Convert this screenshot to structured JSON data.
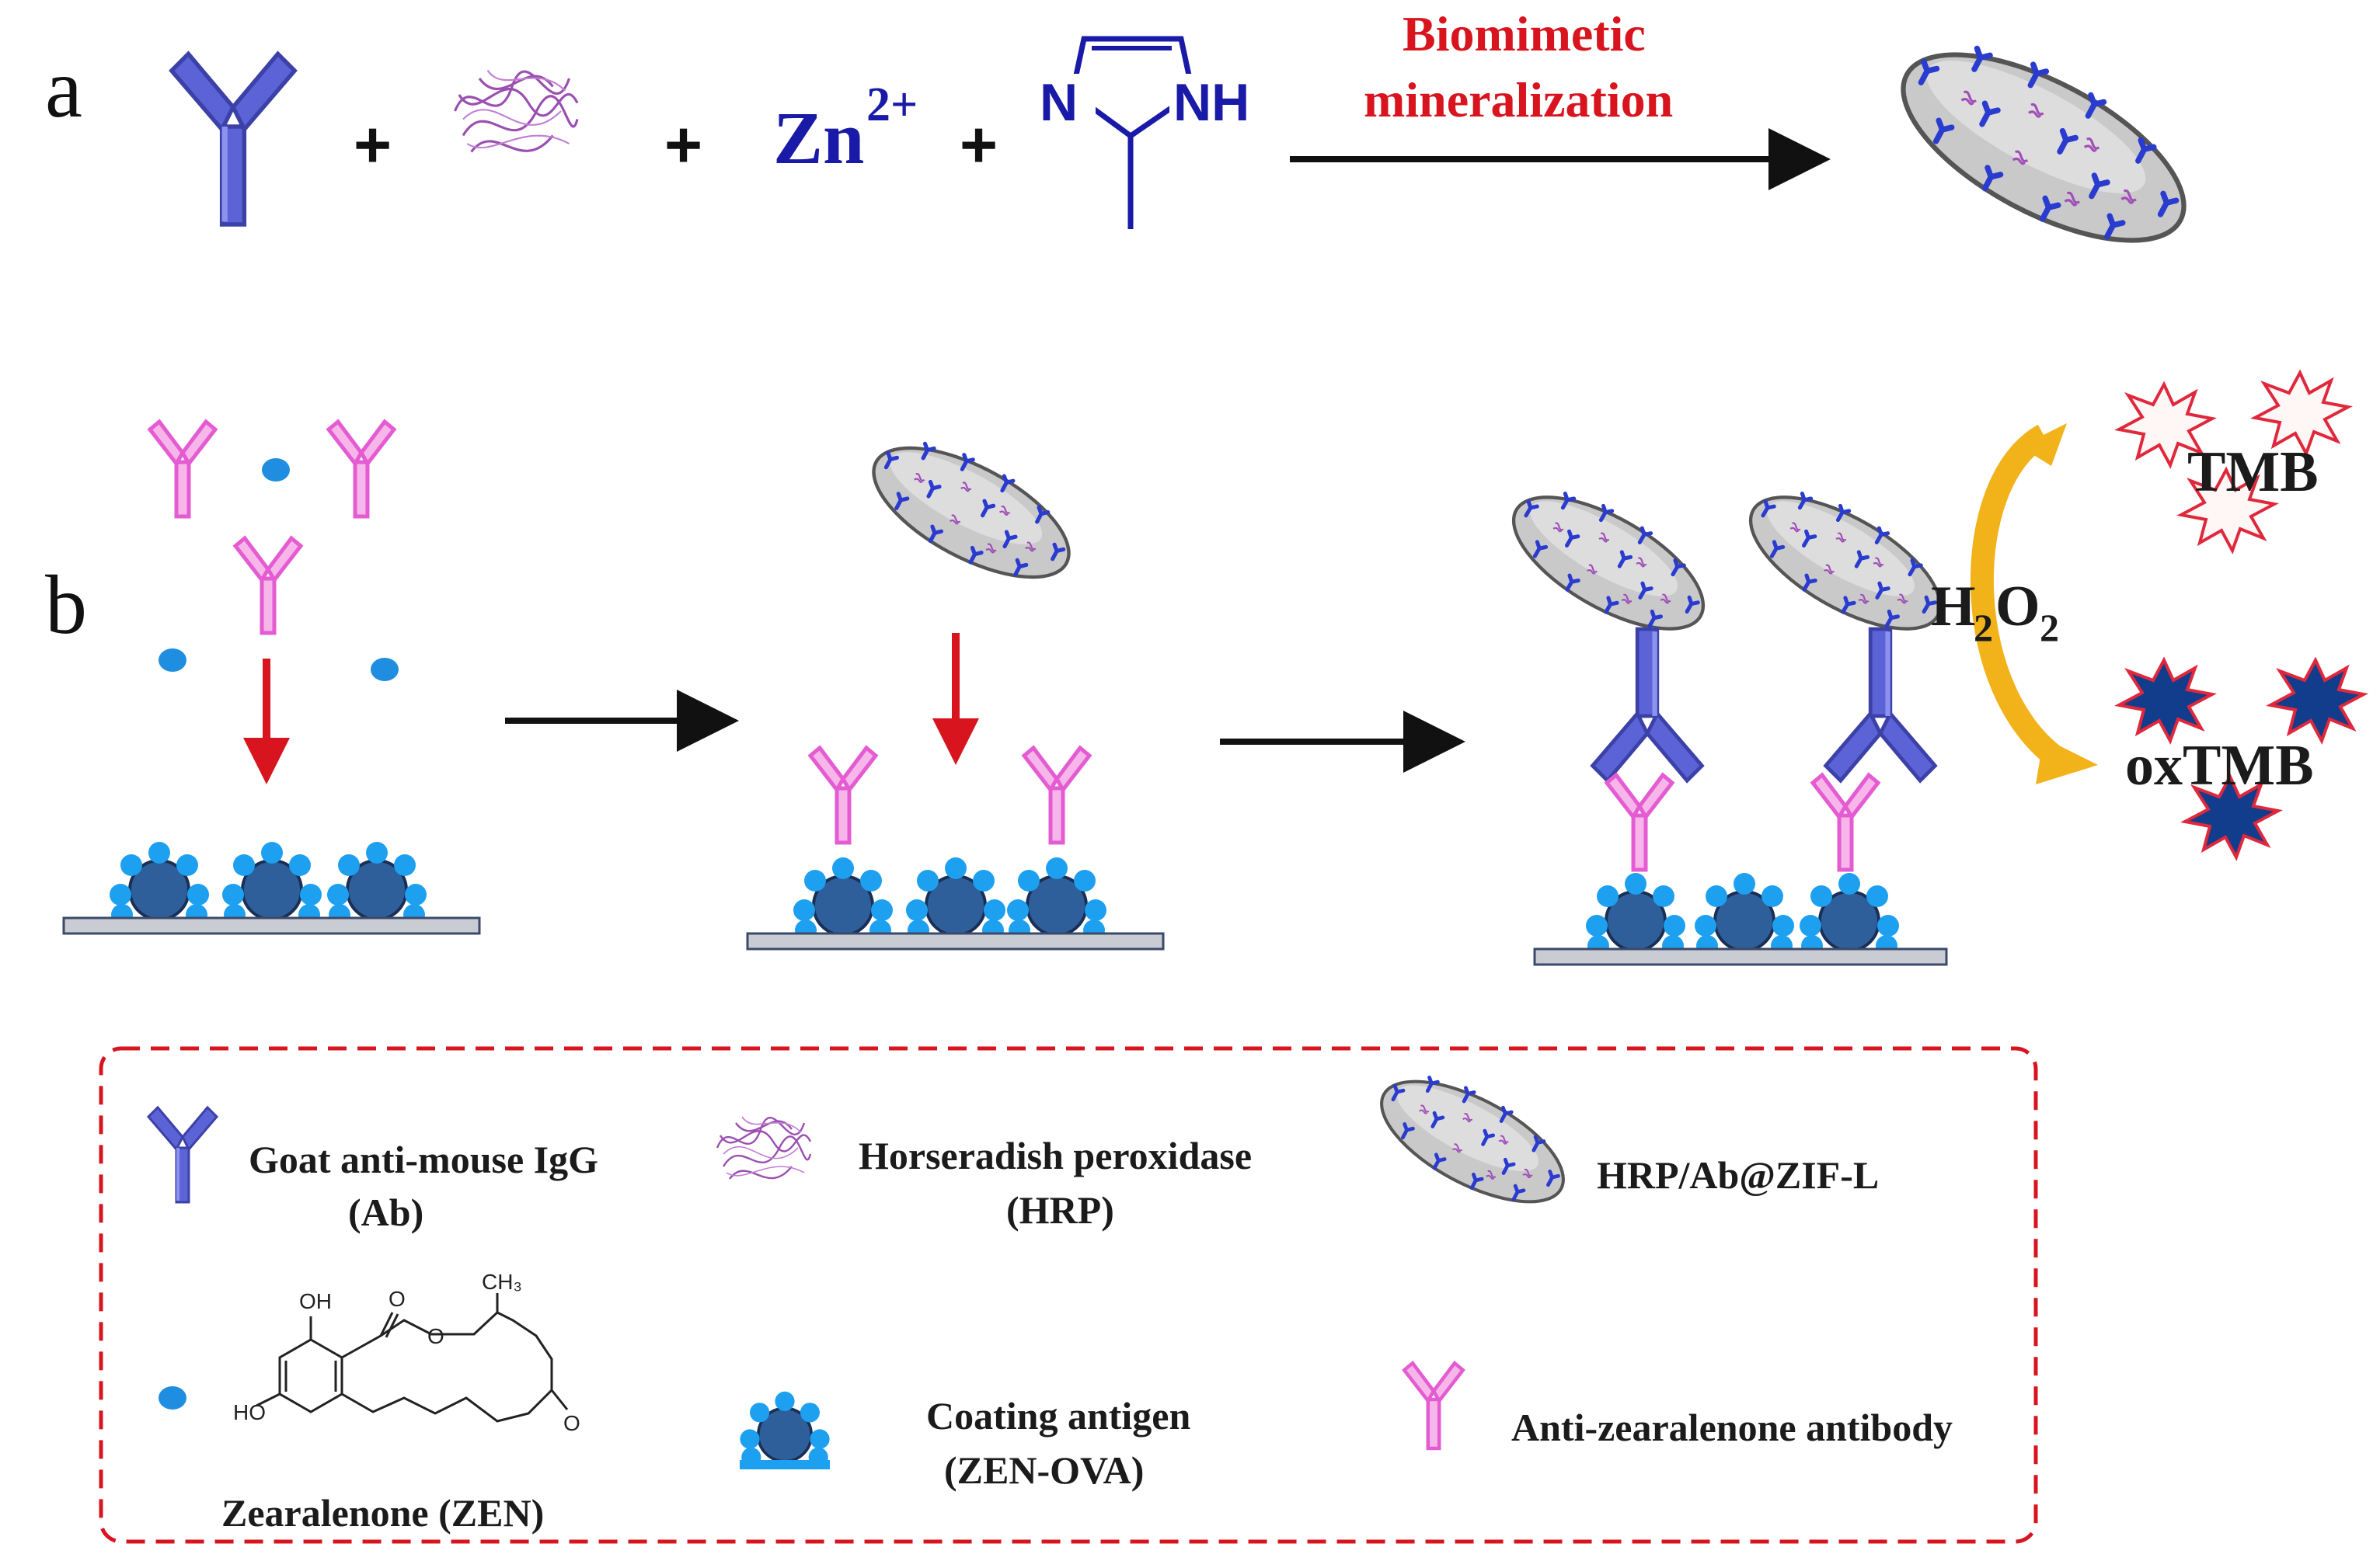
{
  "panel_a": {
    "label": "a",
    "plus": "+",
    "zn": "Zn",
    "zn_charge": "2+",
    "imidazole_n": "N",
    "imidazole_nh": "NH",
    "process_line1": "Biomimetic",
    "process_line2": "mineralization"
  },
  "panel_b": {
    "label": "b",
    "h2o2_h": "H",
    "h2o2_sub1": "2",
    "h2o2_o": "O",
    "h2o2_sub2": "2",
    "tmb": "TMB",
    "oxtmb": "oxTMB"
  },
  "legend": {
    "ab_line1": "Goat anti-mouse IgG",
    "ab_line2": "(Ab)",
    "hrp_line1": "Horseradish peroxidase",
    "hrp_line2": "(HRP)",
    "composite": "HRP/Ab@ZIF-L",
    "zen_label": "Zearalenone (ZEN)",
    "zen_oh1": "OH",
    "zen_oh2": "HO",
    "zen_o1": "O",
    "zen_o2": "O",
    "zen_ch3": "CH₃",
    "zen_o3": "O",
    "coating_line1": "Coating antigen",
    "coating_line2": "(ZEN-OVA)",
    "anti_zen": "Anti-zearalenone antibody"
  },
  "colors": {
    "antibody_blue": "#5b63d6",
    "antibody_pink": "#e45bd2",
    "hrp_purple": "#9b4fb0",
    "zen_dot": "#1f8ee0",
    "antigen_core": "#2f5f9a",
    "antigen_shell": "#1ea0f0",
    "arrow_red": "#d8141e",
    "tmb_outline": "#e0283c",
    "oxtmb_fill": "#123c8c",
    "h2o2_arrow": "#f2b21a",
    "legend_border": "#d8141e",
    "zif_gray": "#bcbcbc"
  },
  "icons": {
    "antibody": "y-shaped-antibody-icon",
    "hrp": "enzyme-coil-icon",
    "zif": "ellipse-composite-icon",
    "zen": "dot-icon",
    "antigen": "coating-antigen-icon",
    "tmb": "burst-icon"
  }
}
